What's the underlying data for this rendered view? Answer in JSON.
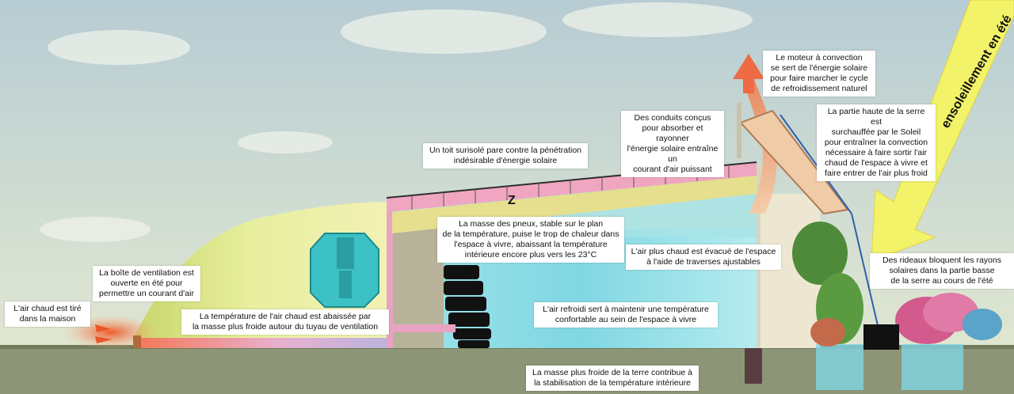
{
  "banner": {
    "sunlight_label": "ensoleillement en été"
  },
  "roof_marker": "Z",
  "colors": {
    "sky_top": "#b8cdd4",
    "sky_bottom": "#dfe6cf",
    "ground": "#8f9878",
    "warm_air": "#f08a4b",
    "cool_air": "#7fd8e6",
    "sun_arrow": "#f3f36a",
    "roof_pink": "#f0a6c0"
  },
  "callouts": {
    "warm_air_house": "L'air chaud est tiré\ndans la maison",
    "vent_box": "La boîte de ventilation est\nouverte en été pour\npermettre un courant d'air",
    "cool_pipe": "La température de l'air chaud est abaissée par\nla masse plus froide autour du tuyau de ventilation",
    "roof": "Un toit surisolé pare contre la pénétration\nindésirable d'énergie solaire",
    "tires": "La masse des pneux, stable sur le plan\nde la température, puise le trop de chaleur dans\nl'espace à vivre, abaissant la température\nintérieure encore plus vers les 23°C",
    "ducts": "Des conduits conçus\npour absorber et rayonner\nl'énergie solaire entraîne un\ncourant d'air puissant",
    "motor": "Le moteur à convection\nse sert de l'énergie solaire\npour faire marcher le cycle\nde refroidissement naturel",
    "greenhouse_top": "La partie haute de la serre est\nsurchauffée par le Soleil\npour entraîner la convection\nnécessaire à faire sortir l'air\nchaud de l'espace à vivre et\nfaire entrer de l'air plus froid",
    "warm_exhaust": "L'air plus chaud est évacué de l'espace\nà l'aide de traverses ajustables",
    "cool_air": "L'air refroidi sert à maintenir une température\nconfortable au sein de l'espace à vivre",
    "curtains": "Des rideaux bloquent les rayons\nsolaires dans la partie basse\nde la serre au cours de l'été",
    "earth_mass": "La masse plus froide de la terre contribue à\nla stabilisation de la température intérieure"
  }
}
